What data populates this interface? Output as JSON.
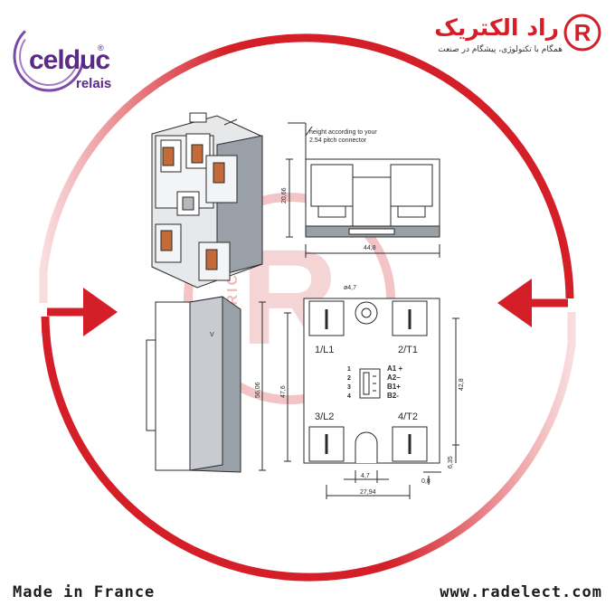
{
  "brand": {
    "logo_word": "celduc",
    "logo_reg": "®",
    "logo_sub": "relais"
  },
  "dealer": {
    "name": "راد الکتریک",
    "tagline": "همگام با تکنولوژی، پیشگام در صنعت",
    "mark_letter": "R"
  },
  "watermark": {
    "letter": "R",
    "word": "ELECTRIC"
  },
  "drawing": {
    "top_note_line1": "height according to your",
    "top_note_line2": "2.54 pitch connector",
    "dim_height_top": "20,66",
    "dim_width_top": "44,8",
    "dim_hole": "ø4,7",
    "dim_side_height": "56,06",
    "dim_front_height": "47,6",
    "dim_right_height": "42,8",
    "dim_bottom_left": "4,7",
    "dim_bottom_width": "27,94",
    "dim_bottom_right": "0,8",
    "dim_corner": "6,35",
    "terminal_1": "1/L1",
    "terminal_2": "2/T1",
    "terminal_3": "3/L2",
    "terminal_4": "4/T2",
    "pin_1": "1",
    "pin_2": "2",
    "pin_3": "3",
    "pin_4": "4",
    "ctrl_a1": "A1 +",
    "ctrl_a2": "A2–",
    "ctrl_b1": "B1+",
    "ctrl_b2": "B2-",
    "side_label": "V"
  },
  "footer": {
    "origin": "Made in France",
    "website": "www.radelect.com"
  },
  "colors": {
    "accent_red": "#d51f28",
    "brand_purple": "#5b2a86",
    "line_dark": "#2a2a2a",
    "gray_fill": "#8a8f96"
  }
}
